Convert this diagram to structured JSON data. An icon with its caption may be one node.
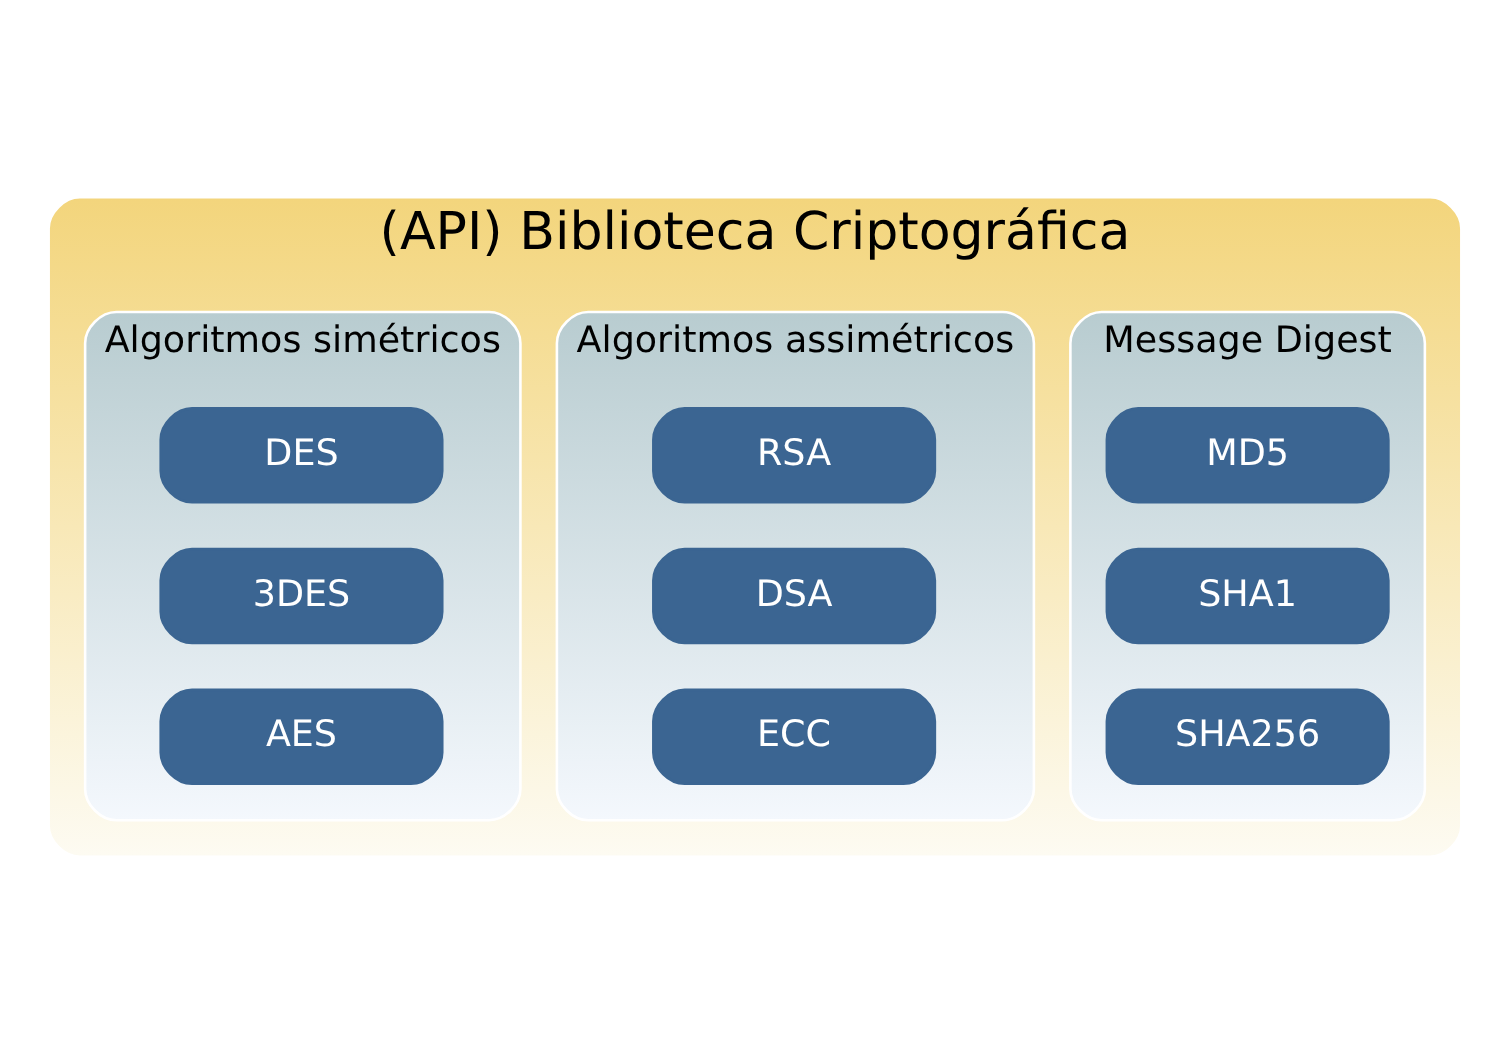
{
  "diagram": {
    "nodes": [
      {
        "text": [
          "(API) Biblioteca Criptográfica"
        ]
      },
      {
        "text": [
          "Message Digest"
        ],
        "in": 0
      },
      {
        "text": [
          "MD5"
        ],
        "in": 1
      },
      {
        "text": [
          "SHA1"
        ],
        "in": 1
      },
      {
        "text": [
          "SHA256"
        ],
        "in": 1
      },
      {
        "text": [
          "Algoritmos assimétricos"
        ],
        "in": 0
      },
      {
        "text": [
          "RSA"
        ],
        "in": 5
      },
      {
        "text": [
          "DSA"
        ],
        "in": 5
      },
      {
        "text": [
          "ECC"
        ],
        "in": 5
      },
      {
        "text": [
          "Algoritmos simétricos"
        ],
        "in": 0
      },
      {
        "text": [
          "DES"
        ],
        "in": 9
      },
      {
        "text": [
          "3DES"
        ],
        "in": 9
      },
      {
        "text": [
          "AES"
        ],
        "in": 9
      }
    ]
  }
}
